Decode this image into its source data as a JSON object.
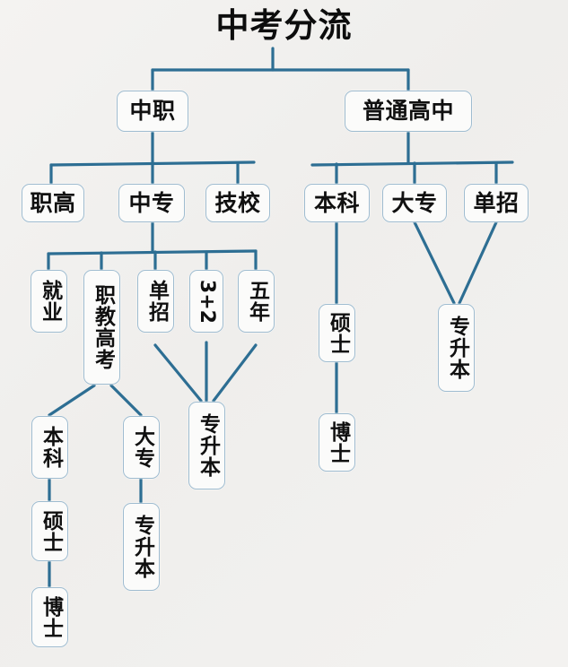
{
  "title": "中考分流",
  "theme": {
    "background": "#f2f1ef",
    "edge_color": "#2d6e93",
    "node_border": "#9fbcd0",
    "node_fill": "#fbfbfa",
    "text_color": "#101010"
  },
  "nodes": {
    "root": "中考分流",
    "zhongzhi": "中职",
    "putonggaozhong": "普通高中",
    "zhigao": "职高",
    "zhongzhuan": "中专",
    "jixiao": "技校",
    "benke_right": "本科",
    "dazhuan_right": "大专",
    "danzhao_right": "单招",
    "jiuye": "就业",
    "zhijiaogaokao": "职教高考",
    "danzhao_mid": "单招",
    "three_plus_two": "3+2",
    "wunian": "五年",
    "benke_left": "本科",
    "dazhuan_left": "大专",
    "zhuanshengben_mid": "专升本",
    "zhuanshengben_left": "专升本",
    "zhuanshengben_right": "专升本",
    "shuoshi_left": "硕士",
    "boshi_left": "博士",
    "shuoshi_right": "硕士",
    "boshi_right": "博士"
  },
  "tree": {
    "root_children": [
      "中职",
      "普通高中"
    ],
    "zhongzhi_children": [
      "职高",
      "中专",
      "技校"
    ],
    "putonggaozhong_children": [
      "本科",
      "大专",
      "单招"
    ],
    "zhongzhuan_children": [
      "就业",
      "职教高考",
      "单招",
      "3+2",
      "五年"
    ],
    "zhijiaogaokao_children": [
      "本科",
      "大专"
    ],
    "benke_left_chain": [
      "硕士",
      "博士"
    ],
    "dazhuan_left_chain": [
      "专升本"
    ],
    "mid_merge_into": "专升本",
    "mid_merge_sources": [
      "单招",
      "3+2",
      "五年"
    ],
    "right_merge_into": "专升本",
    "right_merge_sources": [
      "大专",
      "单招"
    ],
    "benke_right_chain": [
      "硕士",
      "博士"
    ]
  }
}
